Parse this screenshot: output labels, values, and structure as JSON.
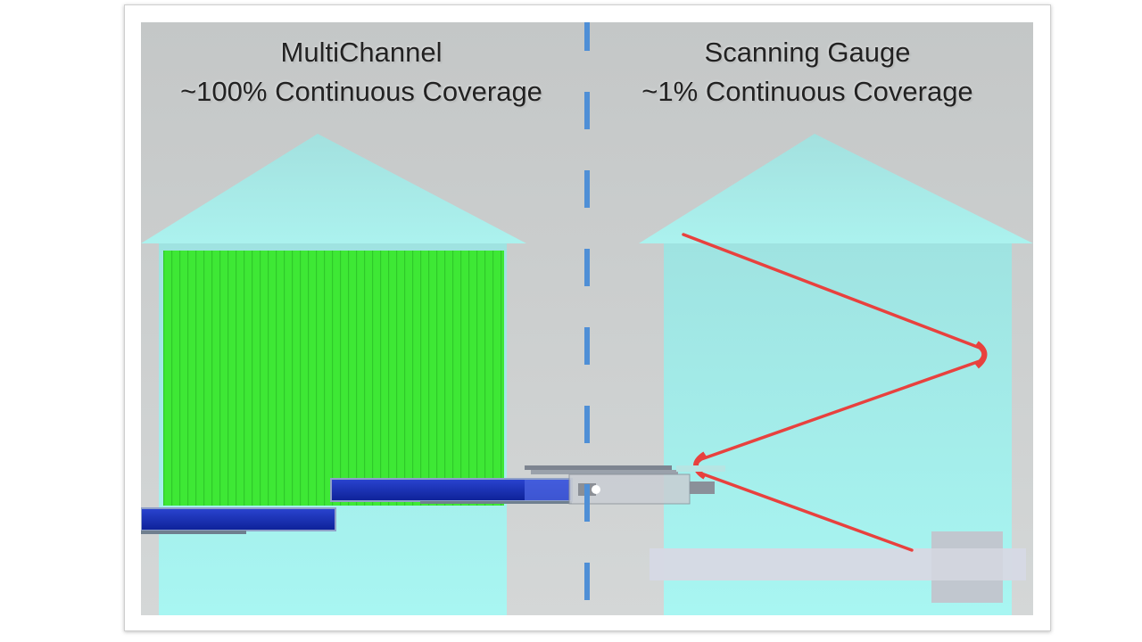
{
  "left_panel": {
    "title": "MultiChannel",
    "subtitle": "~100% Continuous Coverage"
  },
  "right_panel": {
    "title": "Scanning Gauge",
    "subtitle": "~1% Continuous Coverage"
  },
  "colors": {
    "background": "#c8cbcb",
    "sheet": "#aaf2ef",
    "coverage": "#3de834",
    "scan_path": "#e8413e",
    "gauge_bar": "#1530b5",
    "divider": "#4f8fd6"
  }
}
